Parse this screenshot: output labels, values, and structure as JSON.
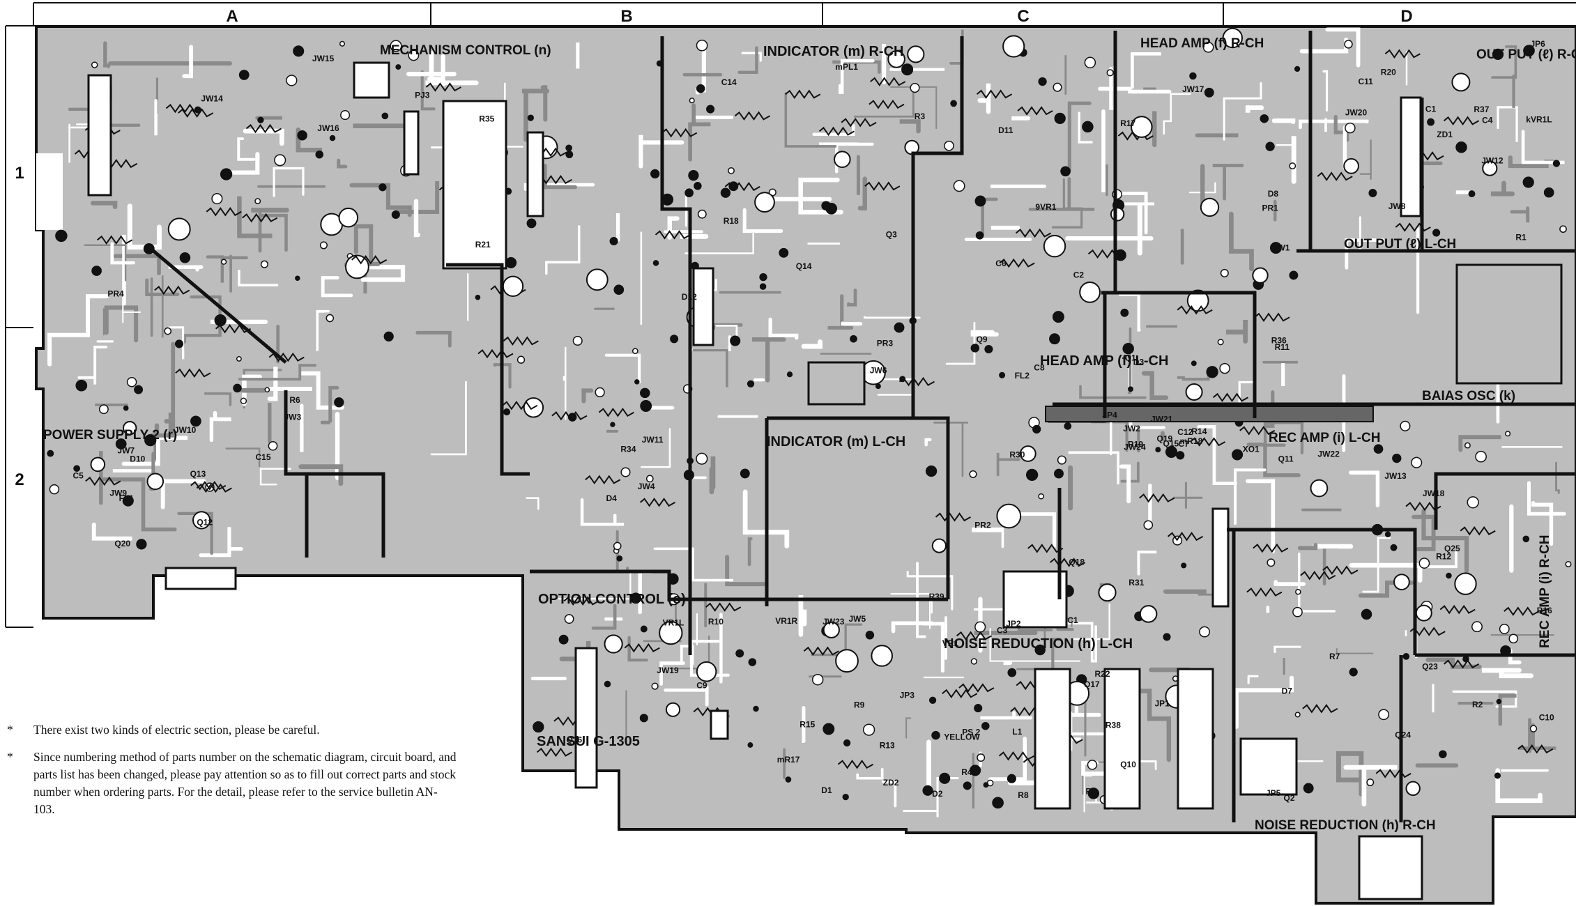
{
  "grid": {
    "columns": [
      "A",
      "B",
      "C",
      "D"
    ],
    "rows": [
      "1",
      "2"
    ]
  },
  "sections": [
    {
      "id": "mech",
      "text": "MECHANISM CONTROL (n)"
    },
    {
      "id": "ind-r",
      "text": "INDICATOR (m) R-CH"
    },
    {
      "id": "head-r",
      "text": "HEAD AMP (f) R-CH"
    },
    {
      "id": "out-r",
      "text": "OUT PUT (ℓ) R-CH"
    },
    {
      "id": "out-l",
      "text": "OUT PUT (ℓ) L-CH"
    },
    {
      "id": "head-l",
      "text": "HEAD AMP (f) L-CH"
    },
    {
      "id": "power",
      "text": "POWER SUPPLY 2 (r)"
    },
    {
      "id": "ind-l",
      "text": "INDICATOR (m) L-CH"
    },
    {
      "id": "rec-l",
      "text": "REC AMP (i) L-CH"
    },
    {
      "id": "bias",
      "text": "BAIAS OSC (k)"
    },
    {
      "id": "option",
      "text": "OPTION CONTROL (o)"
    },
    {
      "id": "nr-l",
      "text": "NOISE REDUCTION (h) L-CH"
    },
    {
      "id": "rec-r",
      "text": "REC AMP (i) R-CH"
    },
    {
      "id": "nr-r",
      "text": "NOISE REDUCTION (h) R-CH"
    },
    {
      "id": "model",
      "text": "SANSUI G-1305"
    }
  ],
  "labels": [
    "R16",
    "R30",
    "C5",
    "Q25",
    "Q24",
    "R39",
    "Q23",
    "R38",
    "R37",
    "D12",
    "D11",
    "D10",
    "D7",
    "D8",
    "JW23",
    "Q20",
    "Q19",
    "Q18",
    "Q17",
    "Q16",
    "Q15",
    "R34",
    "R36",
    "R35",
    "JW1",
    "JW2",
    "JW3",
    "JW4",
    "JW5",
    "JW6",
    "JW7",
    "JW8",
    "JW9",
    "JW10",
    "JW11",
    "JW12",
    "JW13",
    "JW14",
    "JW15",
    "JW16",
    "JW17",
    "JW18",
    "JW19",
    "JW20",
    "JW21",
    "JW22",
    "JW24",
    "R13",
    "R12",
    "R14",
    "IC1",
    "Q9",
    "Q10",
    "Q11",
    "Q12",
    "Q13",
    "Q14",
    "R21",
    "R22",
    "R31",
    "R17",
    "R18",
    "R19",
    "R20",
    "C1",
    "C2",
    "C3",
    "C4",
    "C6",
    "C7",
    "C8",
    "C9",
    "C10",
    "C11",
    "C12",
    "C14",
    "C15",
    "D1",
    "D2",
    "D3",
    "D4",
    "ZD1",
    "ZD2",
    "Q1",
    "Q2",
    "Q3",
    "R1",
    "R2",
    "R3",
    "R4",
    "R5",
    "R6",
    "R7",
    "R8",
    "R9",
    "R10",
    "R11",
    "R15",
    "VR1",
    "VR1R",
    "VR1L",
    "kVR1L",
    "FL1",
    "FL2",
    "L1",
    "XO1",
    "JP1",
    "JP2",
    "JP3",
    "JP4",
    "JP5",
    "JP6",
    "mR17",
    "mR18",
    "mPL1",
    "PR1",
    "PR2",
    "PR3",
    "PR4",
    "PJ3",
    "YELLOW",
    "PS 2",
    "9VR1"
  ],
  "notes": [
    "There exist two kinds of electric section, please be careful.",
    "Since numbering method of parts number on the schematic diagram, circuit board, and parts list has been changed, please pay attention so as to fill out correct parts and stock number when ordering parts. For the detail, please refer to the service bulletin AN-103."
  ],
  "note_marker": "*",
  "colors": {
    "board": "#bdbdbd",
    "ink": "#111111",
    "paper": "#ffffff"
  }
}
